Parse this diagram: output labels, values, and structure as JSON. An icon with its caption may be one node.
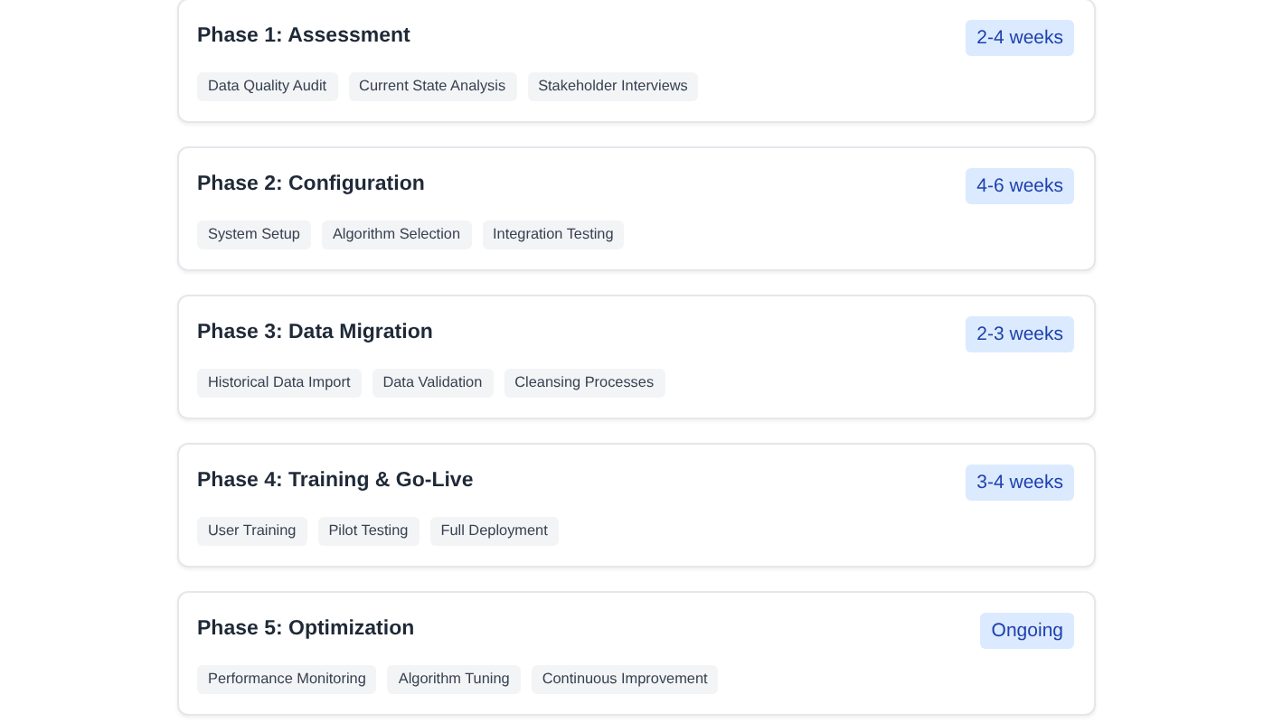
{
  "diagram": {
    "nodes": [
      {
        "text": [
          "Phase 1: Assessment"
        ]
      },
      {
        "text": [
          "2-4 weeks"
        ],
        "in": 0
      },
      {
        "text": [
          "Data Quality Audit"
        ],
        "in": 0
      },
      {
        "text": [
          "Current State Analysis"
        ],
        "in": 0
      },
      {
        "text": [
          "Stakeholder Interviews"
        ],
        "in": 0
      },
      {
        "text": [
          "Phase 2: Configuration"
        ]
      },
      {
        "text": [
          "4-6 weeks"
        ],
        "in": 5
      },
      {
        "text": [
          "System Setup"
        ],
        "in": 5
      },
      {
        "text": [
          "Algorithm Selection"
        ],
        "in": 5
      },
      {
        "text": [
          "Integration Testing"
        ],
        "in": 5
      },
      {
        "text": [
          "Phase 3: Data Migration"
        ]
      },
      {
        "text": [
          "2-3 weeks"
        ],
        "in": 10
      },
      {
        "text": [
          "Historical Data Import"
        ],
        "in": 10
      },
      {
        "text": [
          "Data Validation"
        ],
        "in": 10
      },
      {
        "text": [
          "Cleansing Processes"
        ],
        "in": 10
      },
      {
        "text": [
          "Phase 4: Training & Go-Live"
        ]
      },
      {
        "text": [
          "3-4 weeks"
        ],
        "in": 15
      },
      {
        "text": [
          "User Training"
        ],
        "in": 15
      },
      {
        "text": [
          "Pilot Testing"
        ],
        "in": 15
      },
      {
        "text": [
          "Full Deployment"
        ],
        "in": 15
      },
      {
        "text": [
          "Phase 5: Optimization"
        ]
      },
      {
        "text": [
          "Ongoing"
        ],
        "in": 20
      },
      {
        "text": [
          "Performance Monitoring"
        ],
        "in": 20
      },
      {
        "text": [
          "Algorithm Tuning"
        ],
        "in": 20
      },
      {
        "text": [
          "Continuous Improvement"
        ],
        "in": 20
      }
    ]
  }
}
